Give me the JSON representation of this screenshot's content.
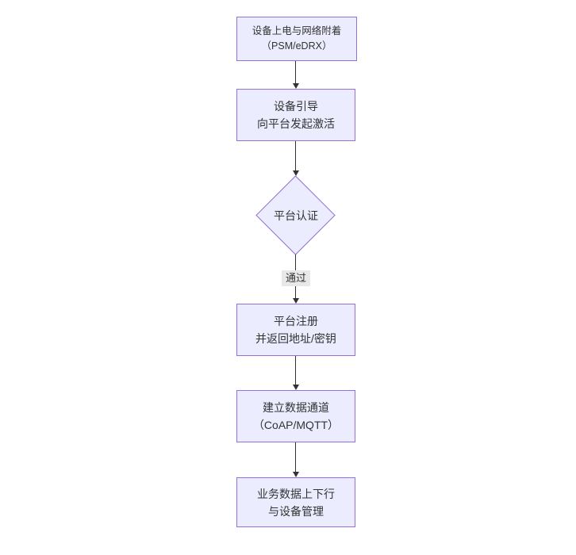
{
  "diagram": {
    "type": "flowchart",
    "direction": "top-down",
    "nodes": [
      {
        "id": "power-attach",
        "shape": "rect",
        "lines": [
          "设备上电与网络附着",
          "（PSM/eDRX）"
        ]
      },
      {
        "id": "device-bootstrap",
        "shape": "rect",
        "lines": [
          "设备引导",
          "向平台发起激活"
        ]
      },
      {
        "id": "platform-auth",
        "shape": "diamond",
        "lines": [
          "平台认证"
        ]
      },
      {
        "id": "platform-register",
        "shape": "rect",
        "lines": [
          "平台注册",
          "并返回地址/密钥"
        ]
      },
      {
        "id": "data-channel",
        "shape": "rect",
        "lines": [
          "建立数据通道",
          "（CoAP/MQTT）"
        ]
      },
      {
        "id": "business-data",
        "shape": "rect",
        "lines": [
          "业务数据上下行",
          "与设备管理"
        ]
      }
    ],
    "edges": [
      {
        "from": "power-attach",
        "to": "device-bootstrap"
      },
      {
        "from": "device-bootstrap",
        "to": "platform-auth"
      },
      {
        "from": "platform-auth",
        "to": "platform-register",
        "label": "通过"
      },
      {
        "from": "platform-register",
        "to": "data-channel"
      },
      {
        "from": "data-channel",
        "to": "business-data"
      }
    ],
    "colors": {
      "node_fill": "#ECECFF",
      "node_border": "#9370DB",
      "edge_line": "#333333",
      "edge_label_bg": "#e8e8e8",
      "text": "#333333",
      "background": "#ffffff"
    }
  }
}
